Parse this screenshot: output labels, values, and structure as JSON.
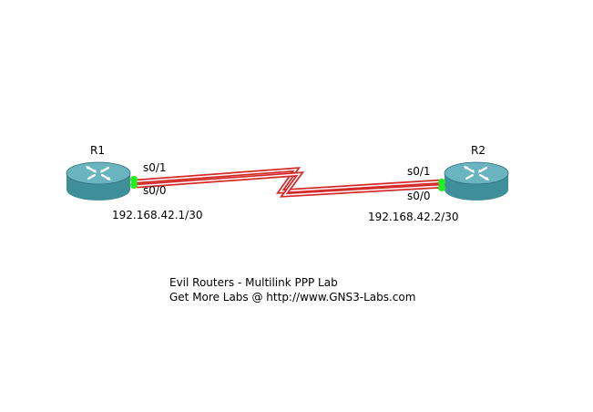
{
  "routers": [
    {
      "name": "R1",
      "address": "192.168.42.1/30",
      "iface_top": "s0/1",
      "iface_bottom": "s0/0"
    },
    {
      "name": "R2",
      "address": "192.168.42.2/30",
      "iface_top": "s0/1",
      "iface_bottom": "s0/0"
    }
  ],
  "caption": {
    "line1": "Evil Routers - Multilink PPP Lab",
    "line2": "Get More Labs @ http://www.GNS3-Labs.com"
  },
  "colors": {
    "link": "#d42a2a",
    "port": "#22ee22",
    "router_body": "#3f8f9b",
    "router_top": "#6ab4c0",
    "router_arrows": "#ffffff"
  },
  "icons": {
    "router": "router-icon",
    "port": "interface-status-dot"
  }
}
